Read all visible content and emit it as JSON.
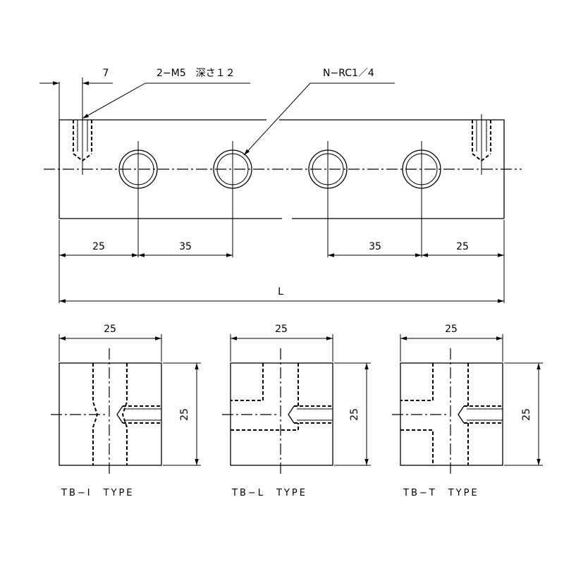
{
  "main_view": {
    "callout_edge": "7",
    "callout_tap": "2−M5　深さ１２",
    "callout_port": "N−RC1／4",
    "dim_left_25": "25",
    "dim_left_35": "35",
    "dim_right_35": "35",
    "dim_right_25": "25",
    "dim_total": "L"
  },
  "side_views": [
    {
      "type_label": "TB−I　TYPE",
      "width_dim": "25",
      "height_dim": "25"
    },
    {
      "type_label": "TB−L　TYPE",
      "width_dim": "25",
      "height_dim": "25"
    },
    {
      "type_label": "TB−T　TYPE",
      "width_dim": "25",
      "height_dim": "25"
    }
  ]
}
